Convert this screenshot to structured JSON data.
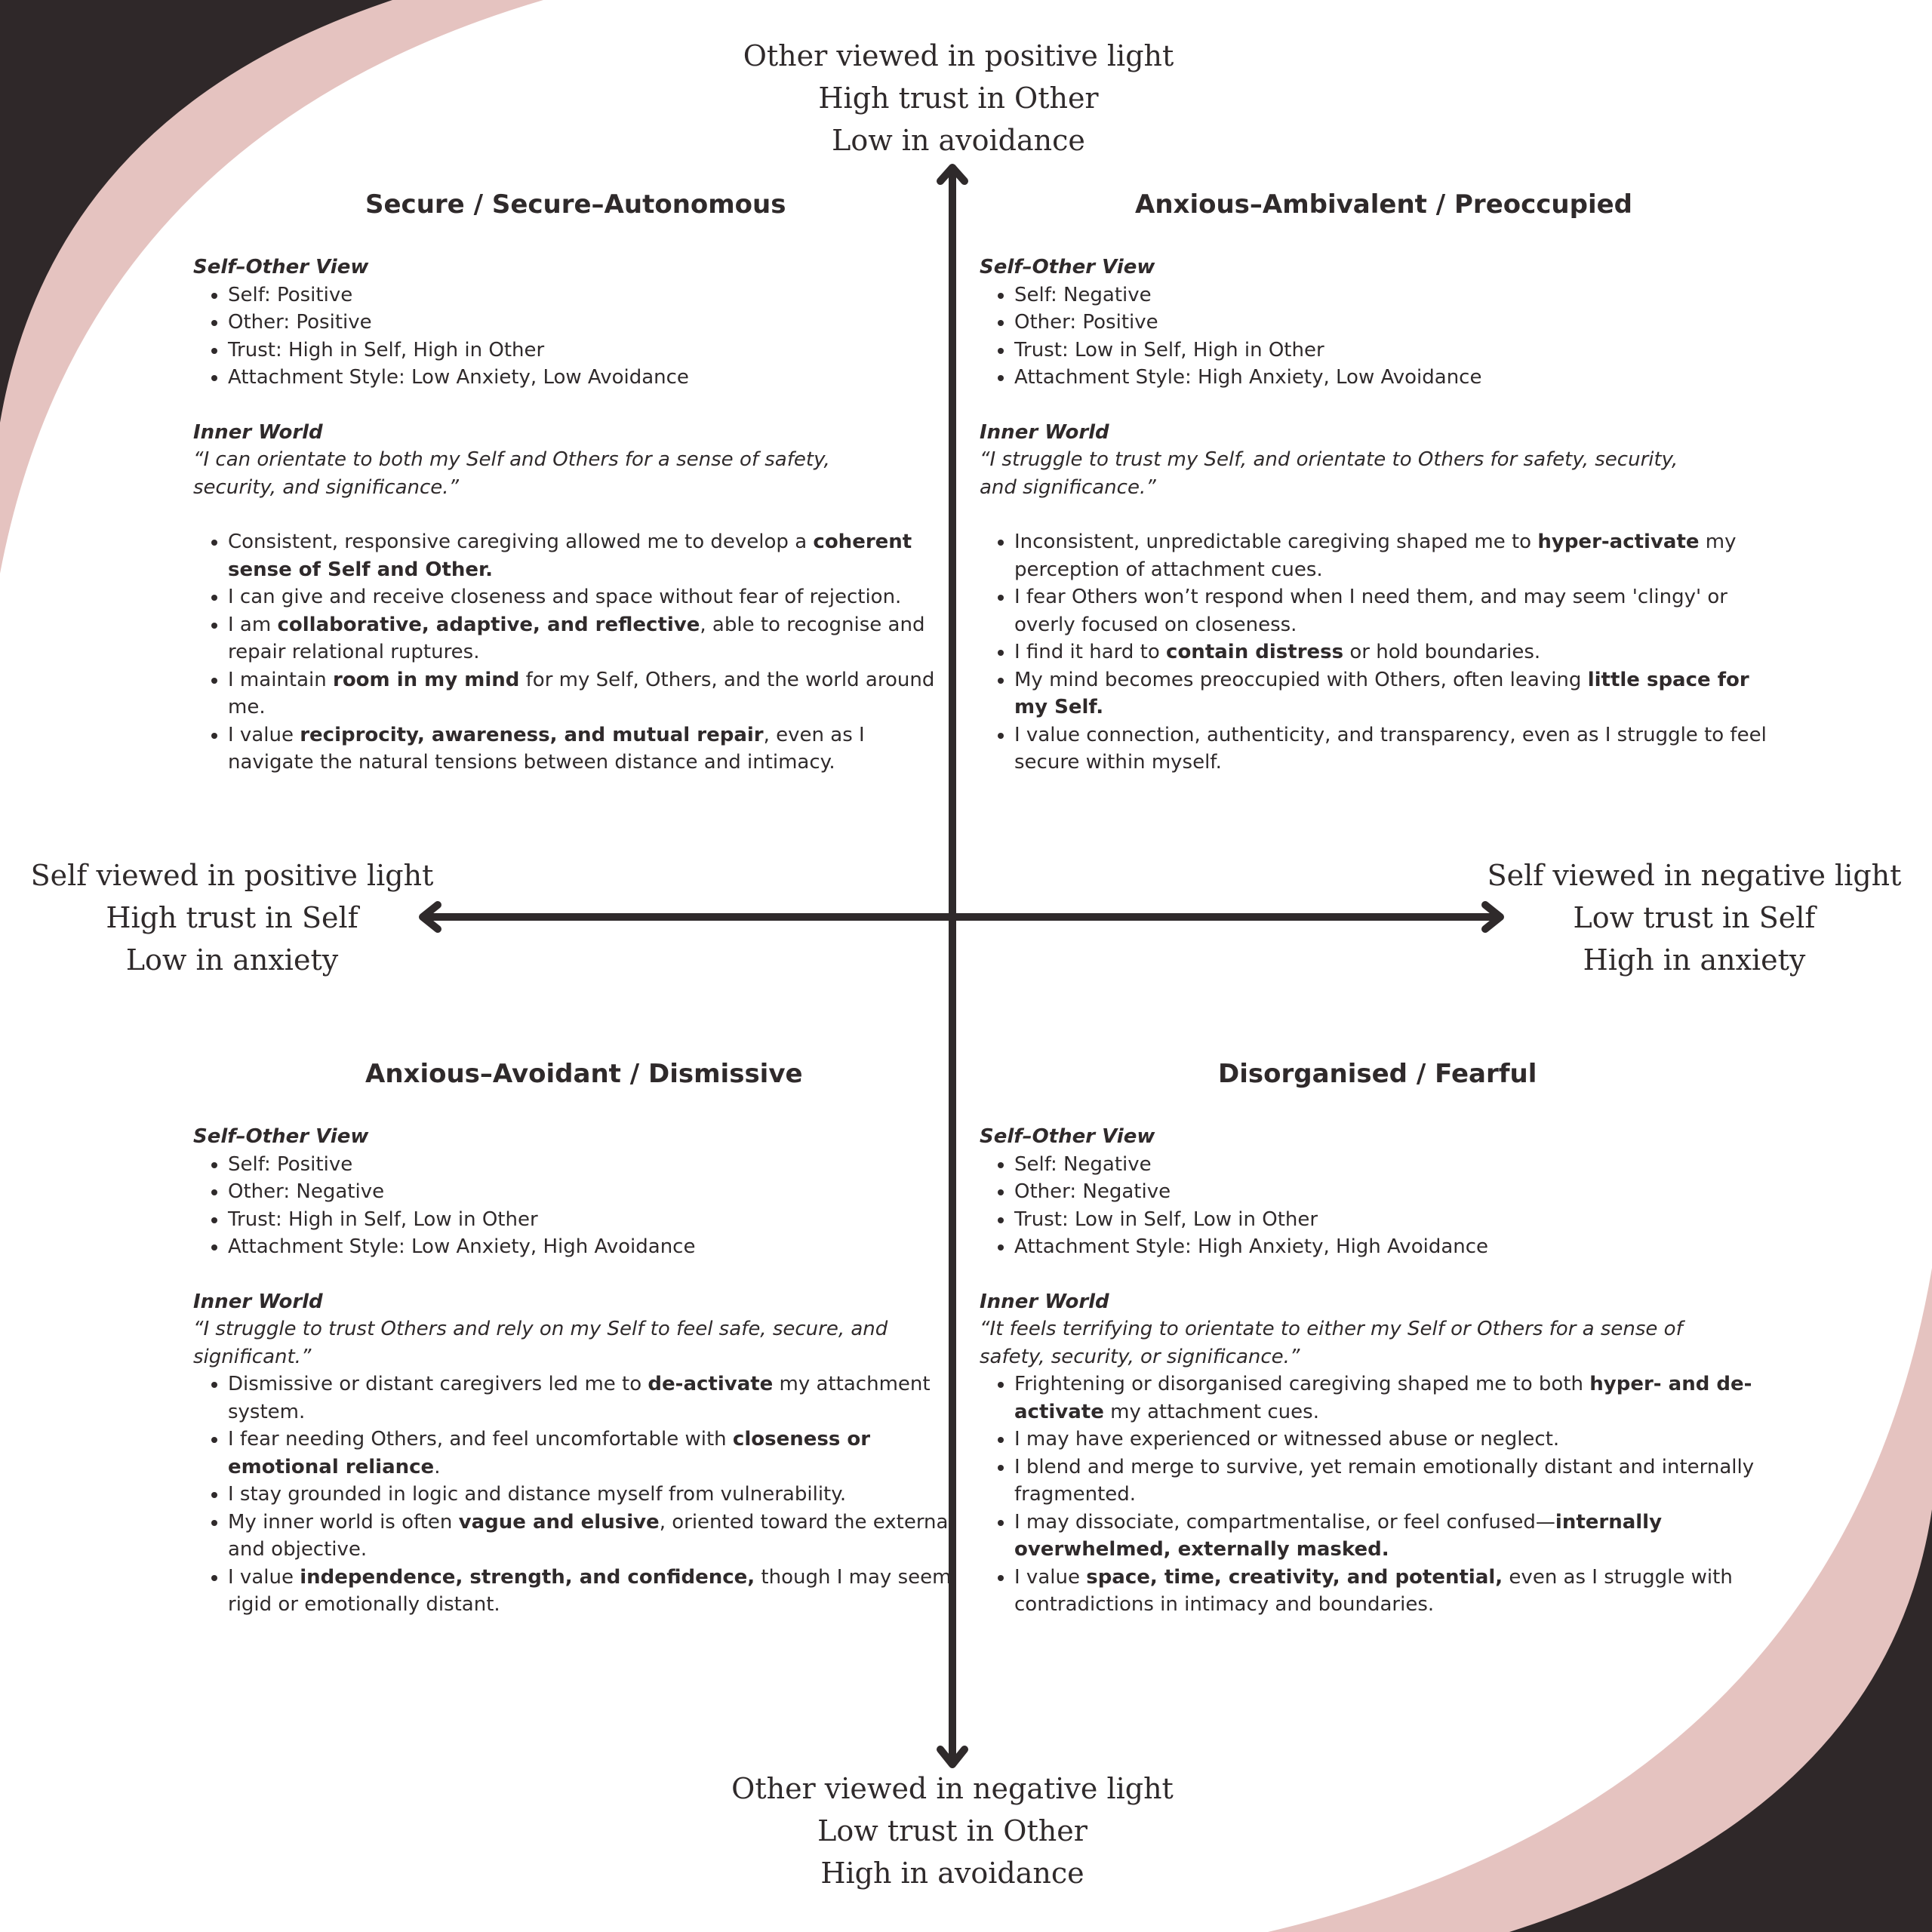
{
  "colors": {
    "dark": "#2f2829",
    "pink": "#e5c3c0",
    "text": "#2f2a2b"
  },
  "axes": {
    "top": [
      "Other viewed in positive light",
      "High trust in Other",
      "Low in avoidance"
    ],
    "bottom": [
      "Other viewed in negative light",
      "Low trust in Other",
      "High in avoidance"
    ],
    "left": [
      "Self viewed in positive light",
      "High trust in Self",
      "Low in anxiety"
    ],
    "right": [
      "Self viewed in negative light",
      "Low trust in Self",
      "High in anxiety"
    ]
  },
  "quadrants": [
    {
      "title": "Secure / Secure–Autonomous",
      "view_heading": "Self–Other View",
      "view_items": [
        "Self: Positive",
        "Other: Positive",
        "Trust: High in Self, High in Other",
        "Attachment Style: Low Anxiety, Low Avoidance"
      ],
      "inner_heading": "Inner World",
      "quote": "“I can orientate to both my Self and Others for a sense of safety, security, and significance.”",
      "bullets": [
        [
          {
            "t": "Consistent, responsive caregiving allowed me to develop a "
          },
          {
            "t": "coherent sense of Self and Other.",
            "b": true
          }
        ],
        [
          {
            "t": "I can give and receive closeness and space without fear of rejection."
          }
        ],
        [
          {
            "t": "I am "
          },
          {
            "t": "collaborative, adaptive, and reflective",
            "b": true
          },
          {
            "t": ", able to recognise and repair relational ruptures."
          }
        ],
        [
          {
            "t": "I maintain "
          },
          {
            "t": "room in my mind",
            "b": true
          },
          {
            "t": " for my Self, Others, and the world around me."
          }
        ],
        [
          {
            "t": "I value "
          },
          {
            "t": "reciprocity, awareness, and mutual repair",
            "b": true
          },
          {
            "t": ", even as I navigate the natural tensions between distance and intimacy."
          }
        ]
      ]
    },
    {
      "title": "Anxious–Ambivalent / Preoccupied",
      "view_heading": "Self–Other View",
      "view_items": [
        "Self: Negative",
        "Other: Positive",
        "Trust: Low in Self, High in Other",
        "Attachment Style: High Anxiety, Low Avoidance"
      ],
      "inner_heading": "Inner World",
      "quote": "“I struggle to trust my Self, and orientate to Others for safety, security, and significance.”",
      "bullets": [
        [
          {
            "t": "Inconsistent, unpredictable caregiving shaped me to "
          },
          {
            "t": "hyper-activate",
            "b": true
          },
          {
            "t": " my perception of attachment cues."
          }
        ],
        [
          {
            "t": "I fear Others won’t respond when I need them, and may seem 'clingy' or overly focused on closeness."
          }
        ],
        [
          {
            "t": "I find it hard to "
          },
          {
            "t": "contain distress",
            "b": true
          },
          {
            "t": " or hold boundaries."
          }
        ],
        [
          {
            "t": "My mind becomes preoccupied with Others, often leaving "
          },
          {
            "t": "little space for my Self.",
            "b": true
          }
        ],
        [
          {
            "t": "I value connection, authenticity, and transparency, even as I struggle to feel secure within myself."
          }
        ]
      ]
    },
    {
      "title": "Anxious–Avoidant / Dismissive",
      "view_heading": "Self–Other View",
      "view_items": [
        "Self: Positive",
        "Other: Negative",
        "Trust: High in Self, Low in Other",
        "Attachment Style: Low Anxiety, High Avoidance"
      ],
      "inner_heading": "Inner World",
      "quote": "“I struggle to trust Others and rely on my Self to feel safe, secure, and significant.”",
      "bullets": [
        [
          {
            "t": "Dismissive or distant caregivers led me to "
          },
          {
            "t": "de-activate",
            "b": true
          },
          {
            "t": " my attachment system."
          }
        ],
        [
          {
            "t": " I fear needing Others, and feel uncomfortable with "
          },
          {
            "t": "closeness or emotional reliance",
            "b": true
          },
          {
            "t": "."
          }
        ],
        [
          {
            "t": " I stay grounded in logic and distance myself from vulnerability."
          }
        ],
        [
          {
            "t": " My inner world is often "
          },
          {
            "t": "vague and elusive",
            "b": true
          },
          {
            "t": ", oriented toward the external and objective."
          }
        ],
        [
          {
            "t": " I value "
          },
          {
            "t": "independence, strength, and confidence,",
            "b": true
          },
          {
            "t": " though I may seem rigid or emotionally distant."
          }
        ]
      ]
    },
    {
      "title": "Disorganised / Fearful",
      "view_heading": "Self–Other View",
      "view_items": [
        "Self: Negative",
        "Other: Negative",
        "Trust: Low in Self, Low in Other",
        "Attachment Style: High Anxiety, High Avoidance"
      ],
      "inner_heading": "Inner World",
      "quote": "“It feels terrifying to orientate to either my Self or Others for a sense of safety, security, or significance.”",
      "bullets": [
        [
          {
            "t": "Frightening or disorganised caregiving shaped me to both "
          },
          {
            "t": "hyper- and de-activate",
            "b": true
          },
          {
            "t": " my attachment cues."
          }
        ],
        [
          {
            "t": "I may have experienced or witnessed abuse or neglect."
          }
        ],
        [
          {
            "t": "I blend and merge to survive, yet remain emotionally distant and internally fragmented."
          }
        ],
        [
          {
            "t": "I may dissociate, compartmentalise, or feel confused—"
          },
          {
            "t": "internally overwhelmed, externally masked.",
            "b": true
          }
        ],
        [
          {
            "t": "I value "
          },
          {
            "t": "space, time, creativity, and potential,",
            "b": true
          },
          {
            "t": " even as I struggle with contradictions in intimacy and boundaries."
          }
        ]
      ]
    }
  ]
}
